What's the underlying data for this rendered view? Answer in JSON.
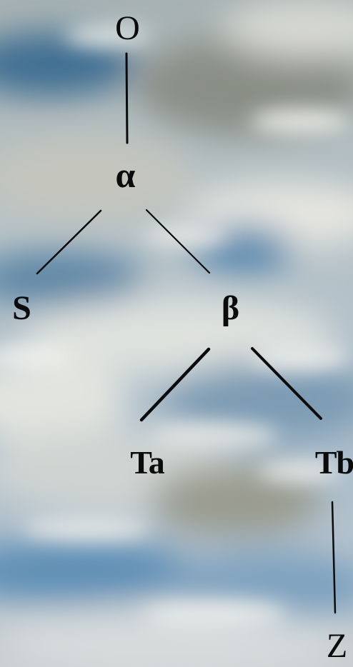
{
  "diagram": {
    "nodes": {
      "o": "O",
      "alpha": "α",
      "s": "S",
      "beta": "β",
      "ta": "Ta",
      "tb": "Tb",
      "z": "Z"
    },
    "edges": [
      {
        "from": "O",
        "to": "α"
      },
      {
        "from": "α",
        "to": "S"
      },
      {
        "from": "α",
        "to": "β"
      },
      {
        "from": "β",
        "to": "Ta"
      },
      {
        "from": "β",
        "to": "Tb"
      },
      {
        "from": "Tb",
        "to": "Z"
      }
    ]
  },
  "colors": {
    "line": "#0b0b0b",
    "text": "#0b0b0b",
    "sky_blue": "#6f92ad",
    "cloud": "#dcdedb"
  }
}
